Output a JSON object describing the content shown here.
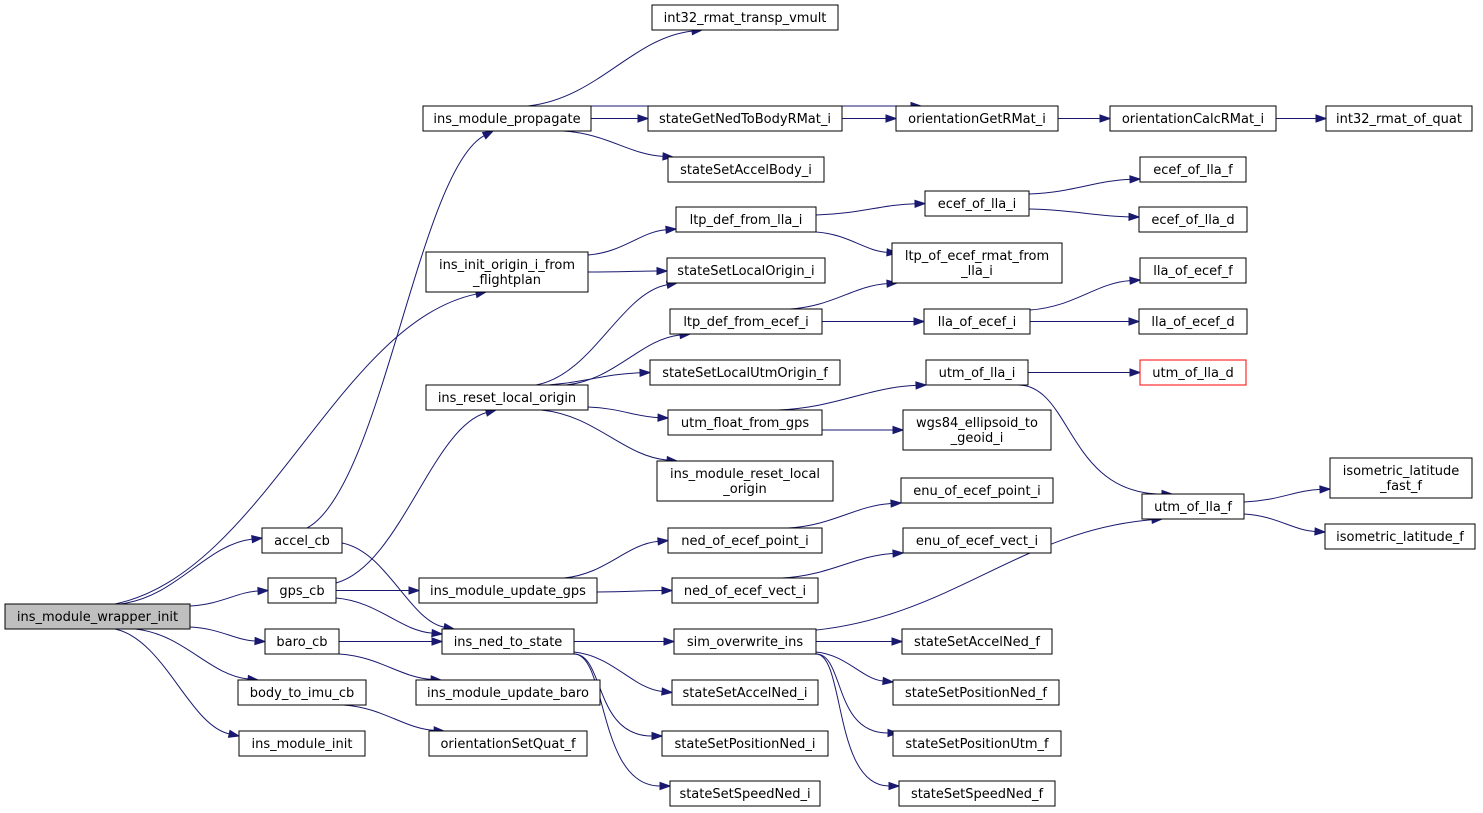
{
  "nodes": {
    "ins_module_wrapper_init": [
      "ins_module_wrapper_init"
    ],
    "accel_cb": [
      "accel_cb"
    ],
    "gps_cb": [
      "gps_cb"
    ],
    "baro_cb": [
      "baro_cb"
    ],
    "body_to_imu_cb": [
      "body_to_imu_cb"
    ],
    "ins_module_init": [
      "ins_module_init"
    ],
    "ins_module_propagate": [
      "ins_module_propagate"
    ],
    "ins_init_origin_i_from_flightplan": [
      "ins_init_origin_i_from",
      "_flightplan"
    ],
    "ins_reset_local_origin": [
      "ins_reset_local_origin"
    ],
    "ins_module_update_gps": [
      "ins_module_update_gps"
    ],
    "ins_ned_to_state": [
      "ins_ned_to_state"
    ],
    "ins_module_update_baro": [
      "ins_module_update_baro"
    ],
    "orientationSetQuat_f": [
      "orientationSetQuat_f"
    ],
    "int32_rmat_transp_vmult": [
      "int32_rmat_transp_vmult"
    ],
    "stateGetNedToBodyRMat_i": [
      "stateGetNedToBodyRMat_i"
    ],
    "stateSetAccelBody_i": [
      "stateSetAccelBody_i"
    ],
    "ltp_def_from_lla_i": [
      "ltp_def_from_lla_i"
    ],
    "stateSetLocalOrigin_i": [
      "stateSetLocalOrigin_i"
    ],
    "ltp_def_from_ecef_i": [
      "ltp_def_from_ecef_i"
    ],
    "stateSetLocalUtmOrigin_f": [
      "stateSetLocalUtmOrigin_f"
    ],
    "utm_float_from_gps": [
      "utm_float_from_gps"
    ],
    "ins_module_reset_local_origin": [
      "ins_module_reset_local",
      "_origin"
    ],
    "ned_of_ecef_point_i": [
      "ned_of_ecef_point_i"
    ],
    "ned_of_ecef_vect_i": [
      "ned_of_ecef_vect_i"
    ],
    "sim_overwrite_ins": [
      "sim_overwrite_ins"
    ],
    "stateSetAccelNed_i": [
      "stateSetAccelNed_i"
    ],
    "stateSetPositionNed_i": [
      "stateSetPositionNed_i"
    ],
    "stateSetSpeedNed_i": [
      "stateSetSpeedNed_i"
    ],
    "orientationGetRMat_i": [
      "orientationGetRMat_i"
    ],
    "ecef_of_lla_i": [
      "ecef_of_lla_i"
    ],
    "ltp_of_ecef_rmat_from_lla_i": [
      "ltp_of_ecef_rmat_from",
      "_lla_i"
    ],
    "lla_of_ecef_i": [
      "lla_of_ecef_i"
    ],
    "utm_of_lla_i": [
      "utm_of_lla_i"
    ],
    "wgs84_ellipsoid_to_geoid_i": [
      "wgs84_ellipsoid_to",
      "_geoid_i"
    ],
    "enu_of_ecef_point_i": [
      "enu_of_ecef_point_i"
    ],
    "enu_of_ecef_vect_i": [
      "enu_of_ecef_vect_i"
    ],
    "stateSetAccelNed_f": [
      "stateSetAccelNed_f"
    ],
    "stateSetPositionNed_f": [
      "stateSetPositionNed_f"
    ],
    "stateSetPositionUtm_f": [
      "stateSetPositionUtm_f"
    ],
    "stateSetSpeedNed_f": [
      "stateSetSpeedNed_f"
    ],
    "orientationCalcRMat_i": [
      "orientationCalcRMat_i"
    ],
    "ecef_of_lla_f": [
      "ecef_of_lla_f"
    ],
    "ecef_of_lla_d": [
      "ecef_of_lla_d"
    ],
    "lla_of_ecef_f": [
      "lla_of_ecef_f"
    ],
    "lla_of_ecef_d": [
      "lla_of_ecef_d"
    ],
    "utm_of_lla_d": [
      "utm_of_lla_d"
    ],
    "utm_of_lla_f": [
      "utm_of_lla_f"
    ],
    "int32_rmat_of_quat": [
      "int32_rmat_of_quat"
    ],
    "isometric_latitude_fast_f": [
      "isometric_latitude",
      "_fast_f"
    ],
    "isometric_latitude_f": [
      "isometric_latitude_f"
    ]
  },
  "root_node": "ins_module_wrapper_init",
  "highlighted_nodes": [
    "utm_of_lla_d"
  ],
  "edges": [
    [
      "ins_module_wrapper_init",
      "accel_cb"
    ],
    [
      "ins_module_wrapper_init",
      "gps_cb"
    ],
    [
      "ins_module_wrapper_init",
      "baro_cb"
    ],
    [
      "ins_module_wrapper_init",
      "body_to_imu_cb"
    ],
    [
      "ins_module_wrapper_init",
      "ins_module_init"
    ],
    [
      "ins_module_wrapper_init",
      "ins_init_origin_i_from_flightplan"
    ],
    [
      "accel_cb",
      "ins_module_propagate"
    ],
    [
      "accel_cb",
      "ins_ned_to_state"
    ],
    [
      "gps_cb",
      "ins_reset_local_origin"
    ],
    [
      "gps_cb",
      "ins_module_update_gps"
    ],
    [
      "gps_cb",
      "ins_ned_to_state"
    ],
    [
      "baro_cb",
      "ins_ned_to_state"
    ],
    [
      "baro_cb",
      "ins_module_update_baro"
    ],
    [
      "body_to_imu_cb",
      "orientationSetQuat_f"
    ],
    [
      "ins_module_propagate",
      "int32_rmat_transp_vmult"
    ],
    [
      "ins_module_propagate",
      "stateGetNedToBodyRMat_i"
    ],
    [
      "ins_module_propagate",
      "orientationGetRMat_i"
    ],
    [
      "ins_module_propagate",
      "stateSetAccelBody_i"
    ],
    [
      "ins_init_origin_i_from_flightplan",
      "ltp_def_from_lla_i"
    ],
    [
      "ins_init_origin_i_from_flightplan",
      "stateSetLocalOrigin_i"
    ],
    [
      "ins_reset_local_origin",
      "stateSetLocalOrigin_i"
    ],
    [
      "ins_reset_local_origin",
      "ltp_def_from_ecef_i"
    ],
    [
      "ins_reset_local_origin",
      "stateSetLocalUtmOrigin_f"
    ],
    [
      "ins_reset_local_origin",
      "utm_float_from_gps"
    ],
    [
      "ins_reset_local_origin",
      "ins_module_reset_local_origin"
    ],
    [
      "ins_module_update_gps",
      "ned_of_ecef_point_i"
    ],
    [
      "ins_module_update_gps",
      "ned_of_ecef_vect_i"
    ],
    [
      "ins_ned_to_state",
      "sim_overwrite_ins"
    ],
    [
      "ins_ned_to_state",
      "stateSetAccelNed_i"
    ],
    [
      "ins_ned_to_state",
      "stateSetPositionNed_i"
    ],
    [
      "ins_ned_to_state",
      "stateSetSpeedNed_i"
    ],
    [
      "stateGetNedToBodyRMat_i",
      "orientationGetRMat_i"
    ],
    [
      "orientationGetRMat_i",
      "orientationCalcRMat_i"
    ],
    [
      "orientationCalcRMat_i",
      "int32_rmat_of_quat"
    ],
    [
      "ltp_def_from_lla_i",
      "ecef_of_lla_i"
    ],
    [
      "ltp_def_from_lla_i",
      "ltp_of_ecef_rmat_from_lla_i"
    ],
    [
      "ltp_def_from_ecef_i",
      "ltp_of_ecef_rmat_from_lla_i"
    ],
    [
      "ltp_def_from_ecef_i",
      "lla_of_ecef_i"
    ],
    [
      "utm_float_from_gps",
      "utm_of_lla_i"
    ],
    [
      "utm_float_from_gps",
      "wgs84_ellipsoid_to_geoid_i"
    ],
    [
      "ned_of_ecef_point_i",
      "enu_of_ecef_point_i"
    ],
    [
      "ned_of_ecef_vect_i",
      "enu_of_ecef_vect_i"
    ],
    [
      "sim_overwrite_ins",
      "utm_of_lla_f"
    ],
    [
      "sim_overwrite_ins",
      "stateSetAccelNed_f"
    ],
    [
      "sim_overwrite_ins",
      "stateSetPositionNed_f"
    ],
    [
      "sim_overwrite_ins",
      "stateSetPositionUtm_f"
    ],
    [
      "sim_overwrite_ins",
      "stateSetSpeedNed_f"
    ],
    [
      "ecef_of_lla_i",
      "ecef_of_lla_f"
    ],
    [
      "ecef_of_lla_i",
      "ecef_of_lla_d"
    ],
    [
      "lla_of_ecef_i",
      "lla_of_ecef_f"
    ],
    [
      "lla_of_ecef_i",
      "lla_of_ecef_d"
    ],
    [
      "utm_of_lla_i",
      "utm_of_lla_d"
    ],
    [
      "utm_of_lla_i",
      "utm_of_lla_f"
    ],
    [
      "utm_of_lla_f",
      "isometric_latitude_fast_f"
    ],
    [
      "utm_of_lla_f",
      "isometric_latitude_f"
    ]
  ]
}
